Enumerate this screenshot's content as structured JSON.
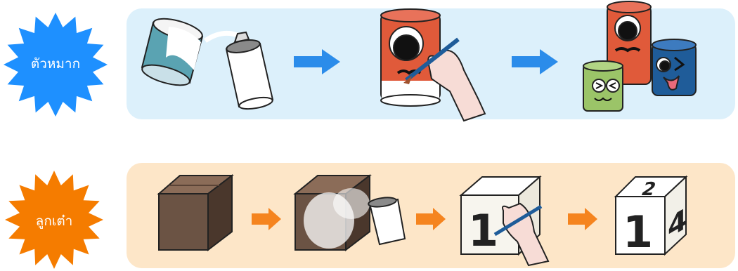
{
  "rows": [
    {
      "label": "ตัวหมาก",
      "burst_color": "#1e90ff",
      "panel_color": "#dcf0fb",
      "arrow_color": "#2b8cea",
      "steps": [
        "paint-can-spray-step",
        "draw-face-step",
        "finished-pieces-step"
      ]
    },
    {
      "label": "ลูกเต๋า",
      "burst_color": "#f57c00",
      "panel_color": "#fde6c8",
      "arrow_color": "#f5841f",
      "steps": [
        "box-step",
        "spray-box-step",
        "paint-number-step",
        "finished-dice-step"
      ],
      "dice_numbers": [
        "1",
        "2",
        "4"
      ]
    }
  ]
}
